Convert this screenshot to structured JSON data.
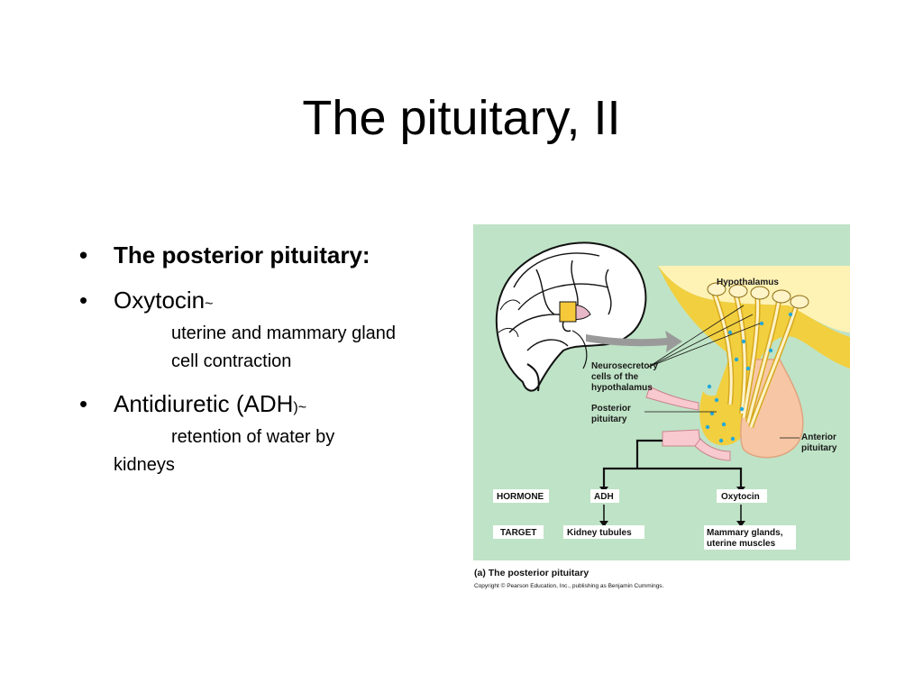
{
  "slide": {
    "title": "The pituitary, II"
  },
  "bullets": [
    {
      "marker": "•",
      "text": "The posterior pituitary:"
    },
    {
      "marker": "•",
      "text": "Oxytocin",
      "suffix": "~",
      "sub": [
        "uterine and mammary gland",
        "cell contraction"
      ]
    },
    {
      "marker": "•",
      "text": "Antidiuretic (ADH",
      "suffix": ")~",
      "sub": [
        "retention of water by",
        "kidneys"
      ]
    }
  ],
  "figure": {
    "labels": {
      "hypothalamus": "Hypothalamus",
      "neuro_1": "Neurosecretory",
      "neuro_2": "cells of the",
      "neuro_3": "hypothalamus",
      "posterior_1": "Posterior",
      "posterior_2": "pituitary",
      "anterior_1": "Anterior",
      "anterior_2": "pituitary"
    },
    "table": {
      "hormone_label": "HORMONE",
      "target_label": "TARGET",
      "hormones": [
        "ADH",
        "Oxytocin"
      ],
      "targets": [
        "Kidney tubules",
        "Mammary glands,",
        "uterine muscles"
      ]
    },
    "caption": "(a) The posterior pituitary",
    "copyright": "Copyright © Pearson Education, Inc., publishing as Benjamin Cummings."
  }
}
